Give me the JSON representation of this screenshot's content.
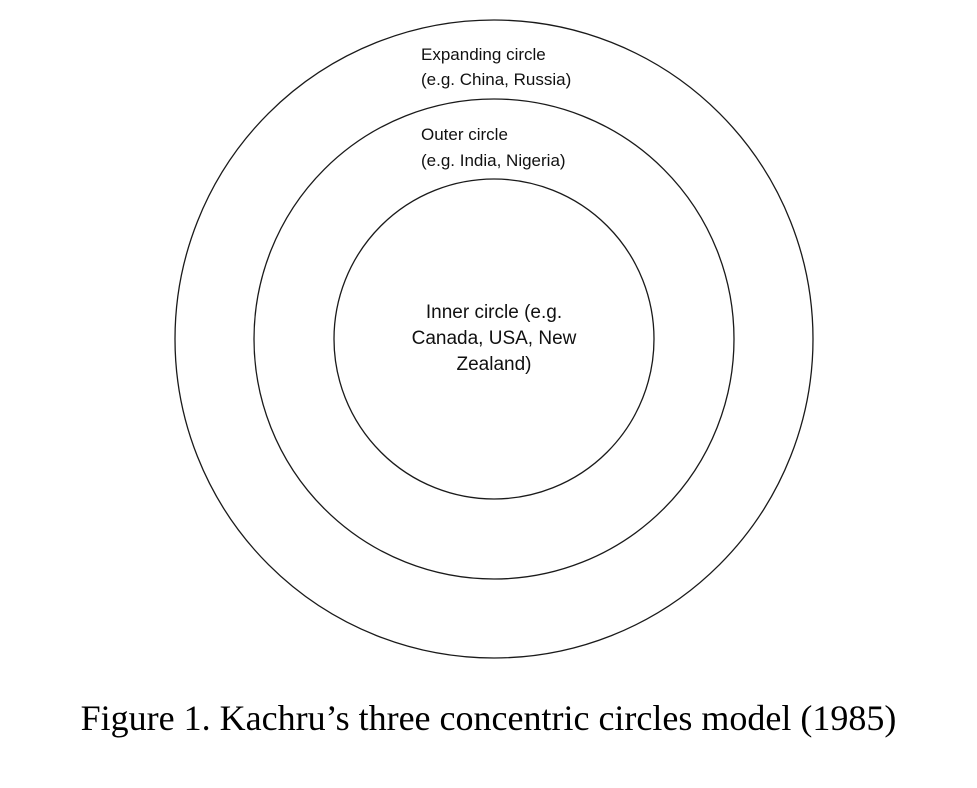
{
  "diagram": {
    "circles": [
      {
        "id": "expanding",
        "lines": [
          "Expanding circle",
          "(e.g. China, Russia)"
        ]
      },
      {
        "id": "outer",
        "lines": [
          "Outer circle",
          "(e.g. India, Nigeria)"
        ]
      },
      {
        "id": "inner",
        "lines": [
          "Inner circle (e.g.",
          "Canada, USA, New",
          "Zealand)"
        ]
      }
    ],
    "stroke_color": "#1a1a1a"
  },
  "caption": "Figure 1. Kachru’s three concentric circles model (1985)"
}
